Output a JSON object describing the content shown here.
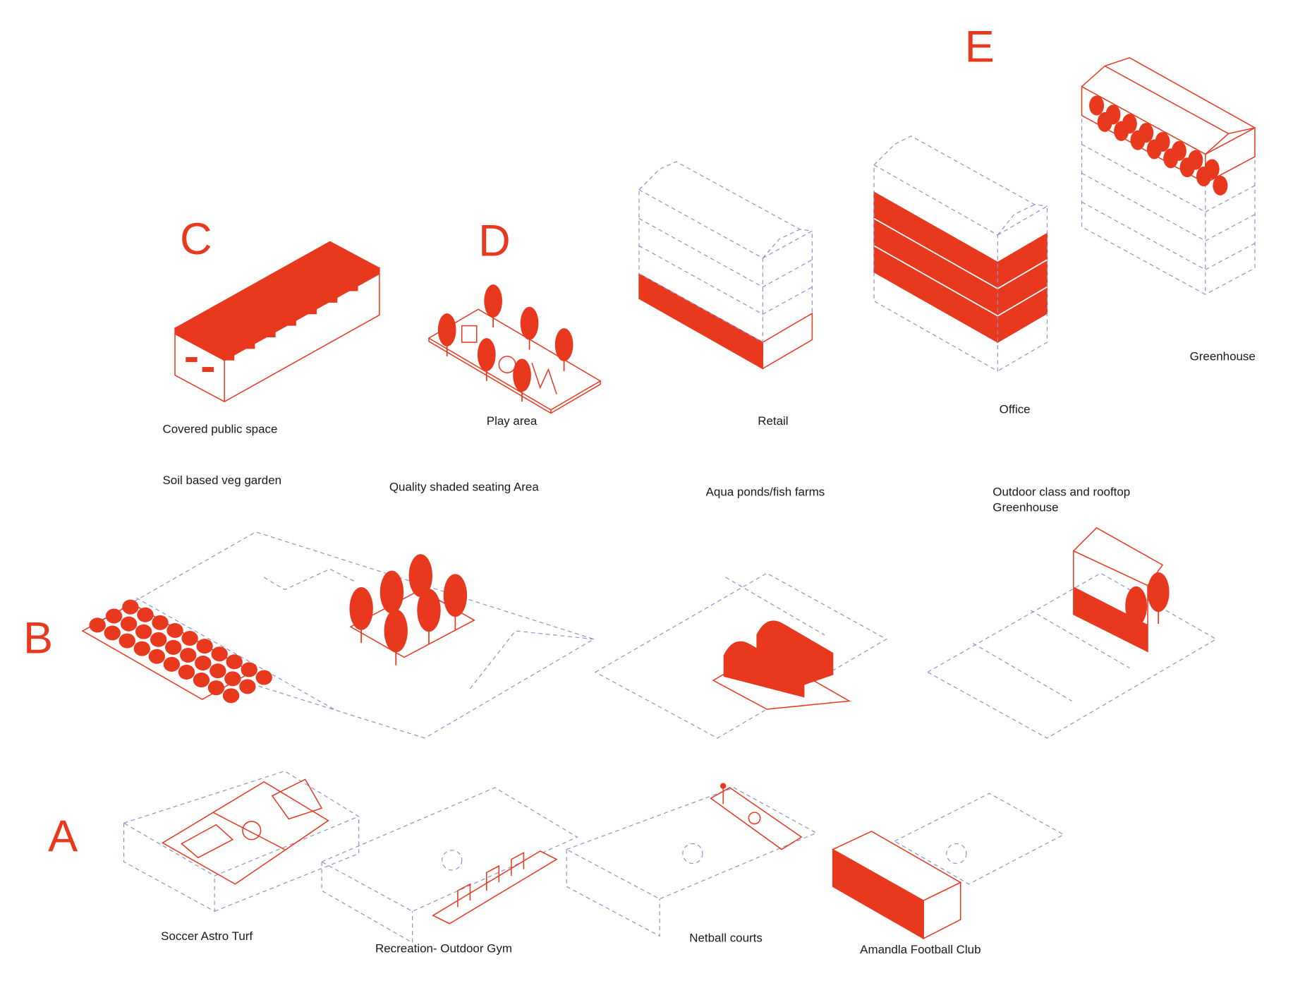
{
  "colors": {
    "accent": "#e8391f",
    "dashed": "#8a8fd0",
    "text": "#1a1a1a"
  },
  "levels": {
    "a": "A",
    "b": "B",
    "c": "C",
    "d": "D",
    "e": "E"
  },
  "labels": {
    "covered_public_space": "Covered public space",
    "soil_veg_garden": "Soil based veg garden",
    "play_area": "Play area",
    "shaded_seating": "Quality shaded seating Area",
    "retail": "Retail",
    "aqua_ponds": "Aqua ponds/fish farms",
    "office": "Office",
    "outdoor_class_1": "Outdoor class and rooftop",
    "outdoor_class_2": "Greenhouse",
    "greenhouse": "Greenhouse",
    "soccer": "Soccer Astro Turf",
    "outdoor_gym": "Recreation- Outdoor Gym",
    "netball": "Netball courts",
    "football_club": "Amandla Football Club"
  }
}
